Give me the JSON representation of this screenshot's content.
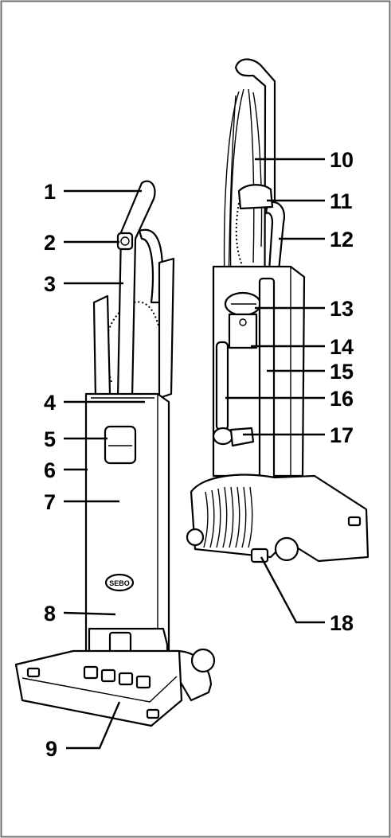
{
  "callouts": {
    "n1": "1",
    "n2": "2",
    "n3": "3",
    "n4": "4",
    "n5": "5",
    "n6": "6",
    "n7": "7",
    "n8": "8",
    "n9": "9",
    "n10": "10",
    "n11": "11",
    "n12": "12",
    "n13": "13",
    "n14": "14",
    "n15": "15",
    "n16": "16",
    "n17": "17",
    "n18": "18"
  },
  "badge": "SEBO",
  "colors": {
    "ink": "#000000",
    "paper": "#ffffff",
    "frame": "#6f6f6f"
  }
}
